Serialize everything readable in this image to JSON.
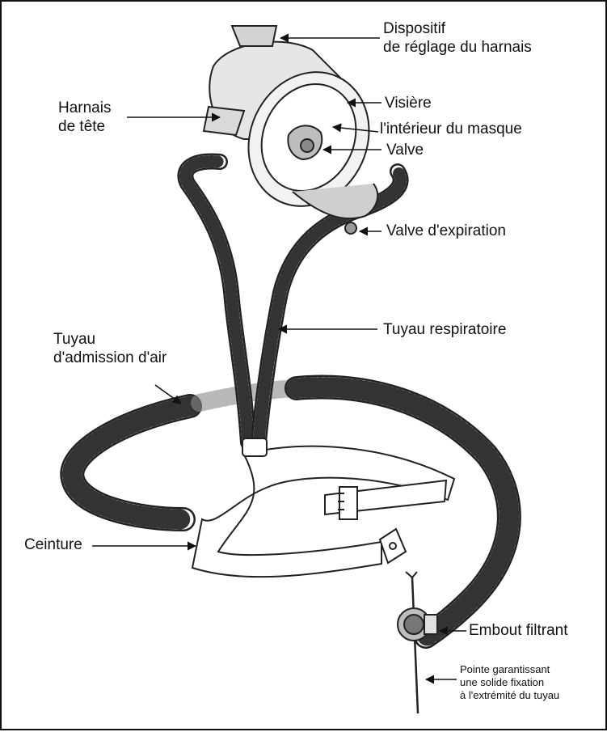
{
  "labels": {
    "harness_adjust": {
      "line1": "Dispositif",
      "line2": "de réglage du harnais"
    },
    "head_harness": {
      "line1": "Harnais",
      "line2": "de tête"
    },
    "visor": "Visière",
    "mask_interior": "l'intérieur du masque",
    "valve": "Valve",
    "exhalation_valve": "Valve d'expiration",
    "breathing_hose": "Tuyau respiratoire",
    "air_intake_hose": {
      "line1": "Tuyau",
      "line2": "d'admission d'air"
    },
    "belt": "Ceinture",
    "filter_tip": "Embout filtrant",
    "anchor_spike": {
      "line1": "Pointe garantissant",
      "line2": "une solide fixation",
      "line3": "à l'extrémité du tuyau"
    }
  }
}
